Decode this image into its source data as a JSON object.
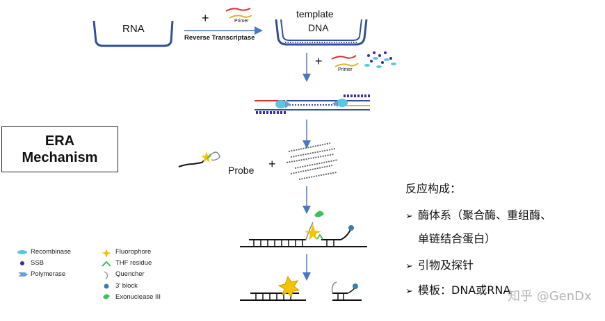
{
  "top": {
    "rna_label": "RNA",
    "plus": "+",
    "primer_small": "Primer",
    "enzyme_label": "Reverse Transcriptase",
    "template_line1": "template",
    "template_line2": "DNA",
    "plus2": "+",
    "primer_small2": "Primer"
  },
  "era_box": {
    "line1": "ERA",
    "line2": "Mechanism"
  },
  "probe": {
    "label": "Probe",
    "plus": "+"
  },
  "legend": {
    "left": [
      "Recombinase",
      "SSB",
      "Polymerase"
    ],
    "right": [
      "Fluorophore",
      "THF residue",
      "Quencher",
      "3' block",
      "Exonuclease III"
    ]
  },
  "panel": {
    "title": "反应构成：",
    "items": [
      {
        "arrow": "➢",
        "text": "酶体系（聚合酶、重组酶、"
      },
      {
        "arrow": "",
        "text": "单链结合蛋白）"
      },
      {
        "arrow": "➢",
        "text": "引物及探针"
      },
      {
        "arrow": "➢",
        "text": "模板：DNA或RNA"
      }
    ]
  },
  "watermark": "知乎 @GenDx",
  "colors": {
    "strand_blue": "#2f4f9a",
    "arrow_blue": "#4a78c0",
    "primer_red": "#d9332b",
    "primer_yellow": "#e0b030",
    "recombinase_cyan": "#58c8e0",
    "ssb_purple": "#3a2aa0",
    "fluorophore": "#f5c400",
    "thf_green": "#3cc25a",
    "block_blue": "#3a7fb0"
  }
}
